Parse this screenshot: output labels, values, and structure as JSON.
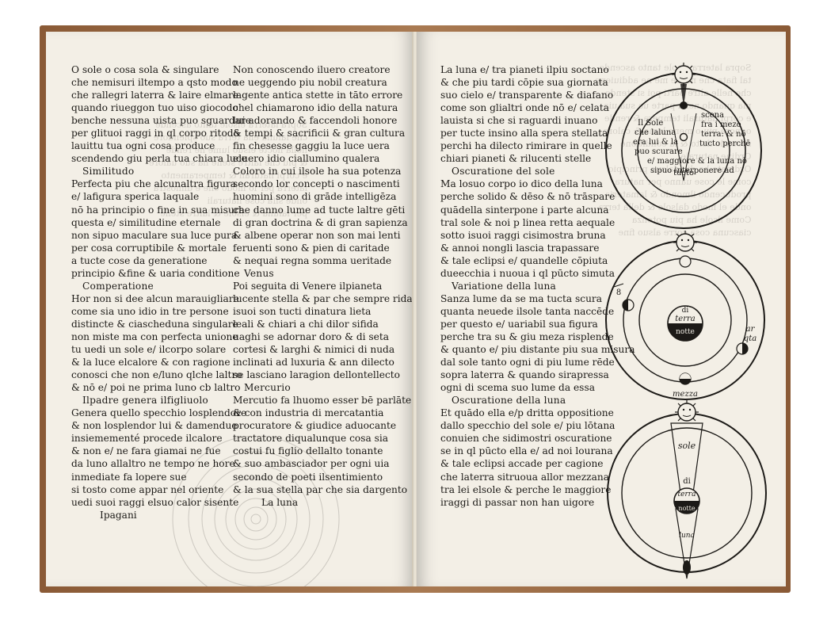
{
  "left_page": {
    "col1": [
      "O sole o cosa sola & singulare",
      "che nemisuri iltempo a qsto modo",
      "che rallegri laterra & laire elmare",
      "quando riueggon tuo uiso giocodo",
      "benche nessuna uista puo sguardare",
      "per glituoi raggi in ql corpo ritodo",
      "lauittu tua ogni cosa produce",
      "scendendo giu perla tua chiara luce",
      "Similitudo",
      "Perfecta piu che alcunaltra figura",
      "e/ lafigura sperica laquale",
      "nō ha principio o fine in sua misura",
      "questa e/ similitudine eternale",
      "non sipuo maculare sua luce pura",
      "per cosa corruptibile & mortale",
      "a tucte cose da generatione",
      "principio &fine & uaria conditione",
      "Comperatione",
      "Hor non si dee alcun marauigliare",
      "come sia uno idio in tre persone",
      "distincte & ciascheduna singulare",
      "non miste ma con perfecta unione",
      "tu uedi un sole e/ ilcorpo solare",
      "& la luce elcalore & con ragione",
      "conosci che non e/luno qlche laltro",
      "& nō e/ poi ne prima luno cb laltro",
      "Ilpadre genera ilfigliuolo",
      "Genera quello specchio losplendore",
      "& non losplendor lui & damendue",
      "insiemementé procede ilcalore",
      "& non e/ ne fara giamai ne fue",
      "da luno allaltro ne tempo ne hore",
      "inmediate fa lopere sue",
      "si tosto come appar nel oriente",
      "uedi suoi raggi elsuo calor sisente",
      "Ipagani"
    ],
    "col2": [
      "Non conoscendo iluero creatore",
      "ne ueggendo piu nobil creatura",
      "lagente antica stette in tāto errore",
      "chel chiamarono idio della natura",
      "lui adorando & faccendoli honore",
      "& tempi & sacrificii & gran cultura",
      "fin chesesse gaggiu la luce uera",
      "eluero idio ciallumino qualera",
      "Coloro in cui ilsole ha sua potenza",
      "secondo lor concepti o nascimenti",
      "huomini sono di grāde intelligēza",
      "che danno lume ad tucte laltre gēti",
      "di gran doctrina & di gran sapienza",
      "& albene operar non son mai lenti",
      "feruenti sono & pien di caritade",
      "& nequai regna somma ueritade",
      "Venus",
      "Poi seguita di Venere ilpianeta",
      "lucente stella & par che sempre rida",
      "isuoi son tucti dinatura lieta",
      "leali & chiari a chi dilor sifida",
      "uaghi se adornar doro & di seta",
      "cortesi & larghi & nimici di nuda",
      "inclinati ad luxuria & ann dilecto",
      "se lasciano laragion dellontellecto",
      "Mercurio",
      "Mercutio fa lhuomo esser bē parlāte",
      "& con industria di mercatantia",
      "procuratore & giudice aduocante",
      "tractatore diqualunque cosa sia",
      "costui fu figlio dellalto tonante",
      "& suo ambasciador per ogni uia",
      "secondo de poeti ilsentimiento",
      "& la sua stella par che sia dargento",
      "La luna"
    ],
    "ghost": [
      "Sopra laterra elsole tanto ascende",
      "che laluna ella terra suo splendore",
      "nella nocte elsuo lume ne rende",
      "& piu che laltre stelle ha suo ualore",
      "e corpi naturali & temperamento",
      "laterra per lo modo che e dimostra",
      "onde sifa cose naturali",
      "per laluna & elsole & laltre stelle"
    ]
  },
  "right_page": {
    "col1": [
      "La luna e/ tra pianeti ilpiu soctano",
      "& che piu tardi cōpie sua giornata",
      "suo cielo e/ transparente & diafano",
      "come son glialtri onde nō e/ celata",
      "lauista si che si raguardi inuano",
      "per tucte insino alla spera stellata",
      "perchi ha dilecto rimirare in quelle",
      "chiari pianeti & rilucenti stelle",
      "Oscuratione del sole",
      "Ma losuo corpo io dico della luna",
      "perche solido & dēso & nō trāspare",
      "quādella sinterpone i parte alcuna",
      "tral sole & noi p linea retta aequale",
      "sotto isuoi raggi cisimostra bruna",
      "& annoi nongli lascia trapassare",
      "& tale eclipsi e/ quandelle cōpiuta",
      "dueecchia i nuoua i ql pūcto simuta",
      "Variatione della luna",
      "Sanza lume da se ma tucta scura",
      "quanta neuede ilsole tanta naccēde",
      "per questo e/ uariabil sua figura",
      "perche tra su & giu meza risplende",
      "& quanto e/ piu distante piu sua misura",
      "dal sole tanto ogni di piu lume rēde",
      "sopra laterra & quando sirapressa",
      "ogni di scema suo lume da essa",
      "Oscuratione della luna",
      "Et quādo ella e/p dritta oppositione",
      "dallo specchio del sole e/ piu lōtana",
      "conuien che sidimostri oscuratione",
      "se in ql pūcto ella e/ ad noi lourana",
      "& tale eclipsi accade per cagione",
      "che laterra sitruoua allor mezzana",
      "tra lei elsole & perche le maggiore",
      "iraggi di passar non han uigore"
    ],
    "ghost": [
      "Sopra laterra elsole tanto ascende",
      "tal fiata che nasce me ne addiuiene",
      "che nelle altre parti poi si stende",
      "ma quando nella parte ua sua uia",
      "e corpi naturali tempera & rende",
      "ognora piu o meno lume & calore",
      "secondo ilsito & la conditione",
      "Ordine naturale",
      "Ordinato ha dio dalsuo principio",
      "come le cose uanno per natura",
      "producendo ilmondo & lamateria",
      "onde el modo dalsole & della terra",
      "Come ilsole ha piu potenza",
      "ciascuna cosa corre alsuo fine"
    ],
    "diagram1": {
      "sole_label": "sole",
      "caption_lines": [
        "Il Sole",
        "che laluna",
        "era lui & la",
        "puo scurare",
        "e/ maggiore & la luna nō",
        "sipuo interponere ad",
        "tucto"
      ],
      "caption_right": [
        "scena",
        "fra i mezo",
        "terra: & nō",
        "tucto perchē"
      ]
    },
    "diagram2": {
      "terra_label": "terra",
      "di_label": "di",
      "notte_label": "notte",
      "mezza_label": "mezza",
      "arco_label": "ar",
      "quarta_label": "qta",
      "fraction_label": "8"
    },
    "diagram3": {
      "sole_label": "sole",
      "di_label": "di",
      "terra_label": "terra",
      "notte_label": "notte",
      "luna_label": "luna"
    }
  }
}
